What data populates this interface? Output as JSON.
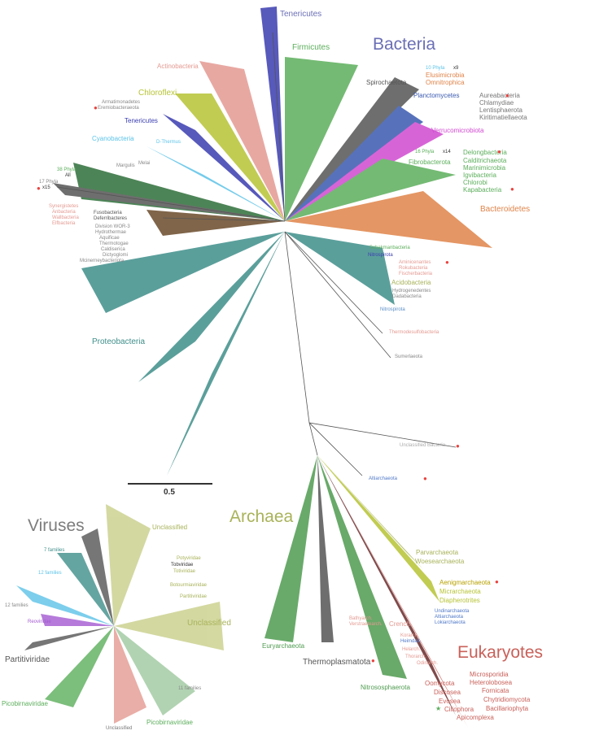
{
  "colors": {
    "bacteria": "#6b6fb5",
    "archaea": "#a9b35a",
    "eukaryotes": "#c9615a",
    "viruses": "#7d7d7d",
    "red_dot": "#e8433f",
    "proteo": "#3f8f8a",
    "firmicutes": "#5cae5c",
    "actino": "#e49a92",
    "chloroflexi": "#b7c435",
    "tenericutes": "#3a3db0",
    "cyano": "#5cc3e8",
    "bacteroid": "#e0844a",
    "verruco": "#d14ad1",
    "euryarch": "#4f9b50",
    "eukblue": "#4f78c8"
  },
  "domains": {
    "bacteria": "Bacteria",
    "archaea": "Archaea",
    "eukaryotes": "Eukaryotes",
    "viruses": "Viruses"
  },
  "scale": {
    "label": "0.5"
  },
  "labels": {
    "tenericutes_top": "Tenericutes",
    "firmicutes": "Firmicutes",
    "actinobacteria": "Actinobacteria",
    "chloroflexi": "Chloroflexi",
    "armatimonadetes": "Armatimonadetes",
    "eremiobacteraeota": "Eremiobacteraeota",
    "tenericutes_left": "Tenericutes",
    "cyanobacteria": "Cyanobacteria",
    "d_thermus": "D-Thermus",
    "margulis": "Margulis",
    "melai": "Melai",
    "phyla_38": "38 Phyla",
    "all": "All",
    "phyla_17": "17 Phyla",
    "x15": "x15",
    "synergistetes": "Synergistetes",
    "anbacteria": "Anbacteria",
    "wallbacteria": "Wallbacteria",
    "elfbacteria": "Elfbacteria",
    "fusobacteria": "Fusobacteria",
    "deferribacteres": "Deferribacteres",
    "division_wor": "Division WOR-3",
    "hydrothermae": "Hydrothermae",
    "aquificae": "Aquificae",
    "thermotogae": "Thermotogae",
    "caldiserica": "Caldiserica",
    "dictyoglomi": "Dictyoglomi",
    "mcinerneybacteriota": "Mcinerneybacteriota",
    "spirochaetota": "Spirochaetota",
    "phyla_10": "10 Phyla",
    "x9": "x9",
    "elusimicrobia": "Elusimicrobia",
    "omnitrophica": "Omnitrophica",
    "planctomycetes": "Planctomycetes",
    "aureabacteria": "Aureabacteria",
    "chlamydiae": "Chlamydiae",
    "lentisphaerota": "Lentisphaerota",
    "kiritimatiellaeota": "Kiritimatiellaeota",
    "verrucomicrobiota": "Verrucomicrobiota",
    "phyla_16": "16 Phyla",
    "x14": "x14",
    "delongbacteria": "Delongbacteria",
    "calditrichaeota": "Calditrichaeota",
    "marinimicrobia": "Marinimicrobia",
    "fibrobacterota": "Fibrobacterota",
    "igvibacteria": "Igvibacteria",
    "chlorobi": "Chlorobi",
    "kapabacteria": "Kapabacteria",
    "bacteroidetes": "Bacteroidetes",
    "schekmanbacteria": "Schekmanbacteria",
    "nitrospirota_a": "Nitrospirota",
    "aminicenantes": "Aminicenantes",
    "rokubacteria": "Rokubacteria",
    "fischerbacteria": "Fischerbacteria",
    "acidobacteria": "Acidobacteria",
    "hydrogenedentes": "Hydrogenedentes",
    "dadabacteria": "Dadabacteria",
    "nitrospirota_b": "Nitrospirota",
    "thermodesulfobacteria": "Thermodesulfobacteria",
    "sumerlaeota": "Sumerlaeota",
    "proteobacteria": "Proteobacteria",
    "unclassified_bacteria": "Unclassified Bacteria",
    "altiarchaeota": "Altiarchaeota",
    "parvarchaeota": "Parvarchaeota",
    "woesearchaeota": "Woesearchaeota",
    "aenigmarchaeota": "Aenigmarchaeota",
    "micrarchaeota": "Micrarchaeota",
    "diapherotrites": "Diapherotrites",
    "undinarchaeota": "Undinarchaeota",
    "altiarchaeota_b": "Altiarchaeota",
    "lokiarchaeota": "Lokiarchaeota",
    "bathyarch": "Bathyarch.",
    "verstraetearch": "Verstraetearch.",
    "crench": "Crench.",
    "korarch": "Korarch.",
    "heimdall": "Heimdall.",
    "helarch": "Helarch.",
    "thorarch": "Thorarch.",
    "odinarch": "Odinarch.",
    "euryarchaeota": "Euryarchaeota",
    "thermoplasmatota": "Thermoplasmatota",
    "nitrososphaerota": "Nitrososphaerota",
    "microsporidia": "Microsporidia",
    "heterolobosea": "Heterolobosea",
    "oomycota": "Oomycota",
    "fornicata": "Fornicata",
    "discosea": "Discosea",
    "chytridiomycota": "Chytridiomycota",
    "evosea": "Evosea",
    "bacillariophyta": "Bacillariophyta",
    "ciliophora": "Ciliophora",
    "apicomplexa": "Apicomplexa",
    "unclassified_v1": "Unclassified",
    "unclassified_v2": "Unclassified",
    "unclassified_v3": "Unclassified",
    "families_7": "7 families",
    "families_12": "12 families",
    "families_11": "11 families",
    "families_12b": "12 families",
    "tobviridae": "Tobviridae",
    "partitiviridae_a": "Partitiviridae",
    "partitiviridae_b": "Partitiviridae",
    "picobirnaviridae_a": "Picobirnaviridae",
    "picobirnaviridae_b": "Picobirnaviridae",
    "potyviridae": "Potyviridae",
    "totiviridae": "Totiviridae",
    "botourmiaviridae": "Botourmiaviridae",
    "reoviridae": "Reoviridae"
  }
}
